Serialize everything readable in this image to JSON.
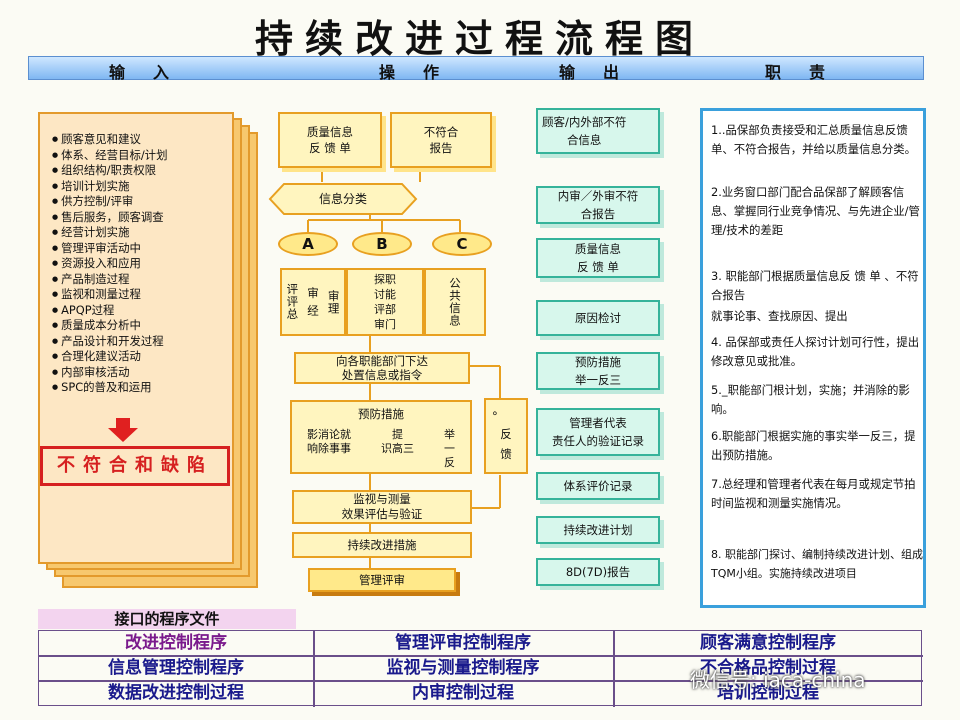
{
  "title": "持续改进过程流程图",
  "header": {
    "input": "输入",
    "operation": "操作",
    "output": "输出",
    "responsibility": "职责"
  },
  "inputs": [
    "顾客意见和建议",
    "体系、经营目标/计划",
    "组织结构/职责权限",
    "培训计划实施",
    "供方控制/评审",
    "售后服务，顾客调查",
    "经营计划实施",
    "管理评审活动中",
    "资源投入和应用",
    "产品制造过程",
    "监视和测量过程",
    "APQP过程",
    "质量成本分析中",
    "产品设计和开发过程",
    "合理化建议活动",
    "内部审核活动",
    "SPC的普及和运用"
  ],
  "defect_label": "不符合和缺陷",
  "flow": {
    "quality_info": "质量信息\n反 馈 单",
    "nonconformity_report": "不符合\n报告",
    "info_classify": "信息分类",
    "branch_a": "A",
    "branch_b": "B",
    "branch_c": "C",
    "col_a_left": "评评总",
    "col_a_mid": "审  经",
    "col_a_right": "审理",
    "col_b": "探职\n讨能\n评部\n审门",
    "col_c": "公共信息",
    "issue_instruction": "向各职能部门下达\n处置信息或指令",
    "preventive": "预防措施",
    "impact_a": "影消论就\n响除事事",
    "impact_b": "提\n识高三",
    "impact_c": "举\n一\n反",
    "feedback": "反\n馈",
    "feedback_dot": "°",
    "monitor": "监视与测量\n效果评估与验证",
    "continuous": "持续改进措施",
    "mgmt_review": "管理评审"
  },
  "outputs": [
    "顾客/内外部不符\n合信息",
    "内审／外审不符\n合报告",
    "质量信息\n反 馈 单",
    "原因检讨",
    "预防措施\n举一反三",
    "管理者代表\n责任人的验证记录",
    "体系评价记录",
    "持续改进计划",
    "8D(7D)报告"
  ],
  "responsibilities": [
    "1..品保部负责接受和汇总质量信息反馈单、不符合报告，并给以质量信息分类。",
    "2.业务窗口部门配合品保部了解顾客信息、掌握同行业竞争情况、与先进企业/管理/技术的差距",
    "3. 职能部门根据质量信息反 馈 单 、不符合报告",
    "就事论事、查找原因、提出",
    "4. 品保部或责任人探讨计划可行性，提出修改意见或批准。",
    "5._职能部门根计划，实施；并消除的影响。",
    "6.职能部门根据实施的事实举一反三，提出预防措施。",
    "7.总经理和管理者代表在每月或规定节拍时间监视和测量实施情况。",
    "8. 职能部门探讨、编制持续改进计划、组成TQM小组。实施持续改进项目"
  ],
  "interface_title": "接口的程序文件",
  "procedures": [
    [
      "改进控制程序",
      "管理评审控制程序",
      "顾客满意控制程序"
    ],
    [
      "信息管理控制程序",
      "监视与测量控制程序",
      "不合格品控制过程"
    ],
    [
      "数据改进控制过程",
      "内审控制过程",
      "培训控制过程"
    ]
  ],
  "watermark": "微信号: iaca-china",
  "colors": {
    "orange_border": "#e39a2c",
    "red": "#d62020",
    "teal": "#35b39a",
    "blue": "#3aa0dc",
    "purple": "#7a1a8c",
    "navy": "#1a1a8c"
  }
}
